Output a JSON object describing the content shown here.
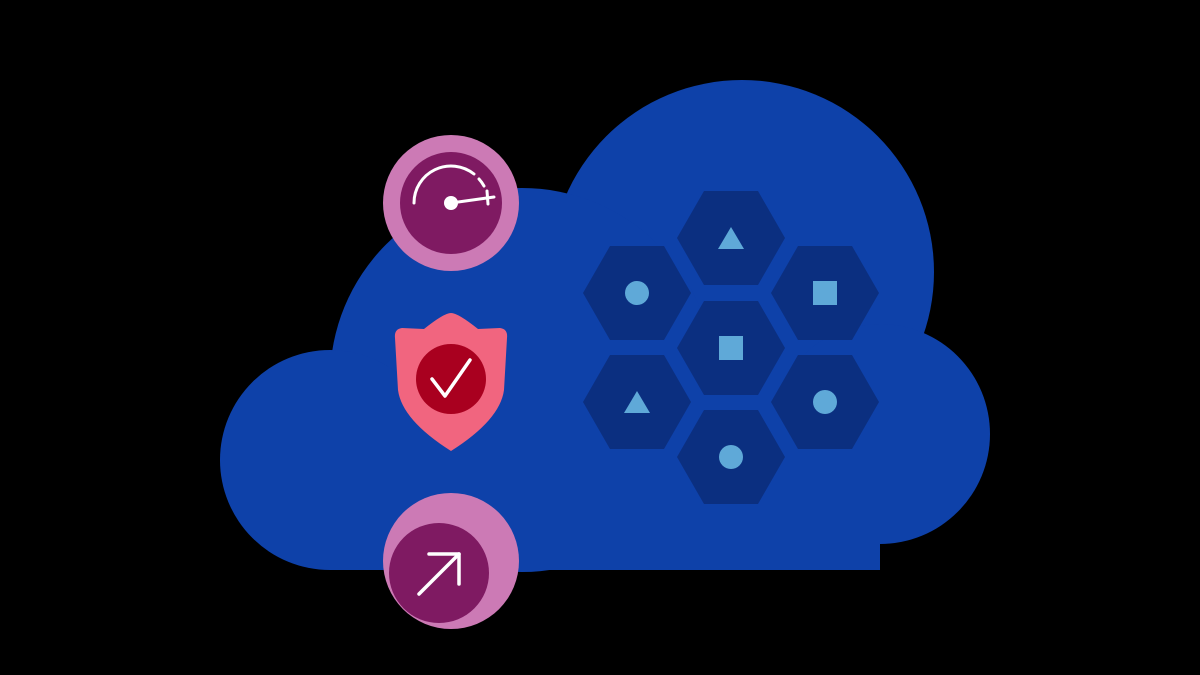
{
  "colors": {
    "background": "#000000",
    "cloud": "#0e41a9",
    "hexagon": "#0b2f80",
    "hex_symbol": "#5fa9d8",
    "badge_outer": "#cc7ab5",
    "badge_inner": "#7f1a62",
    "shield": "#f1657f",
    "shield_inner": "#a9001f",
    "glyph": "#ffffff"
  },
  "icons": [
    "speedometer-icon",
    "shield-check-icon",
    "arrow-up-right-icon"
  ],
  "hex_grid": [
    {
      "symbol": "triangle"
    },
    {
      "symbol": "circle"
    },
    {
      "symbol": "square"
    },
    {
      "symbol": "square"
    },
    {
      "symbol": "triangle"
    },
    {
      "symbol": "circle"
    },
    {
      "symbol": "circle"
    }
  ]
}
